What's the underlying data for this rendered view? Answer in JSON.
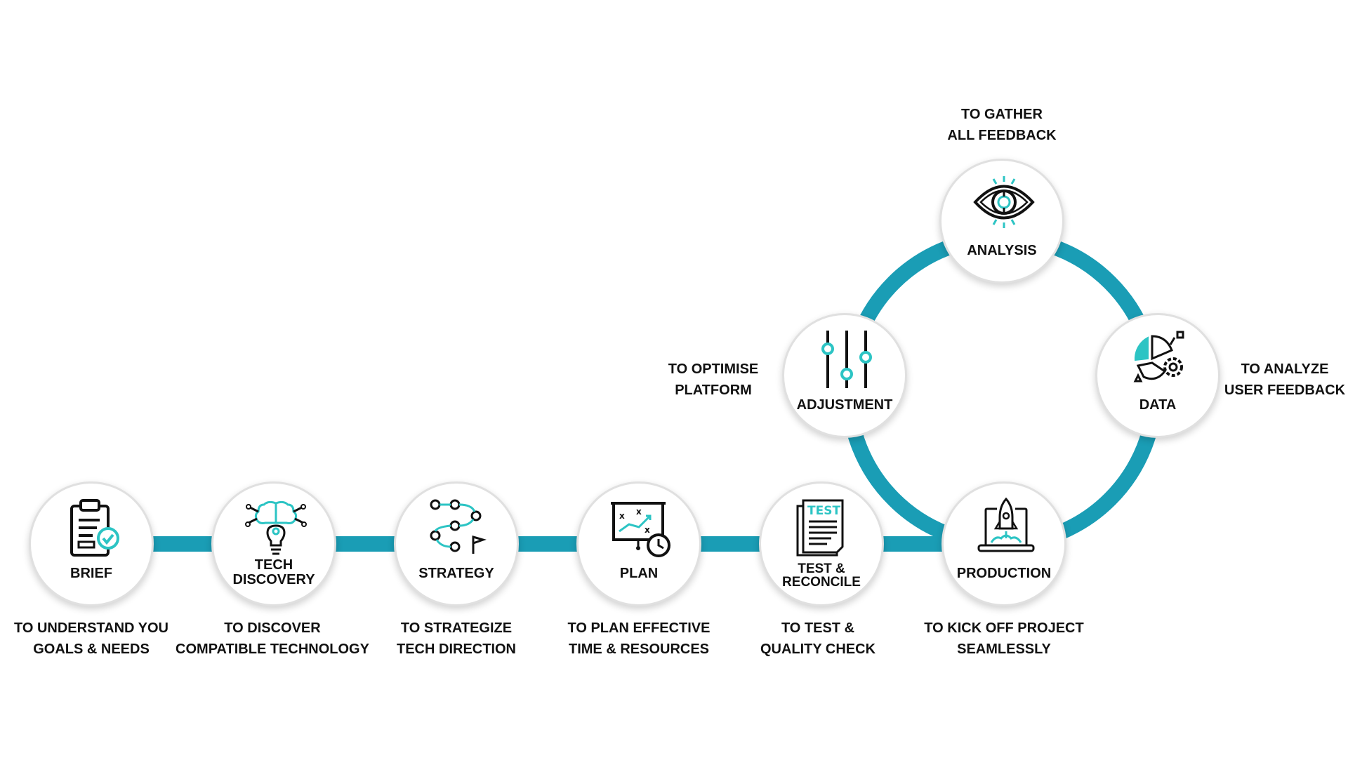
{
  "colors": {
    "accent": "#1a9db5",
    "icon_accent": "#2cc4c4",
    "ink": "#111111",
    "ring": "#e0e0e0"
  },
  "steps": [
    {
      "id": "brief",
      "icon": "clipboard-check-icon",
      "label": [
        "BRIEF"
      ],
      "desc": [
        "TO UNDERSTAND YOU",
        "GOALS & NEEDS"
      ]
    },
    {
      "id": "tech-discovery",
      "icon": "brain-bulb-icon",
      "label": [
        "TECH",
        "DISCOVERY"
      ],
      "desc": [
        "TO DISCOVER",
        "COMPATIBLE TECHNOLOGY"
      ]
    },
    {
      "id": "strategy",
      "icon": "path-flag-icon",
      "label": [
        "STRATEGY"
      ],
      "desc": [
        "TO STRATEGIZE",
        "TECH DIRECTION"
      ]
    },
    {
      "id": "plan",
      "icon": "board-clock-icon",
      "label": [
        "PLAN"
      ],
      "desc": [
        "TO PLAN EFFECTIVE",
        "TIME & RESOURCES"
      ]
    },
    {
      "id": "test-reconcile",
      "icon": "test-document-icon",
      "label": [
        "TEST &",
        "RECONCILE"
      ],
      "desc": [
        "TO TEST &",
        "QUALITY CHECK"
      ]
    },
    {
      "id": "production",
      "icon": "laptop-rocket-icon",
      "label": [
        "PRODUCTION"
      ],
      "desc": [
        "TO KICK OFF PROJECT",
        "SEAMLESSLY"
      ]
    },
    {
      "id": "data",
      "icon": "pie-chart-gear-icon",
      "label": [
        "DATA"
      ],
      "desc": [
        "TO ANALYZE",
        "USER FEEDBACK"
      ]
    },
    {
      "id": "analysis",
      "icon": "eye-target-icon",
      "label": [
        "ANALYSIS"
      ],
      "desc": [
        "TO GATHER",
        "ALL FEEDBACK"
      ]
    },
    {
      "id": "adjustment",
      "icon": "sliders-icon",
      "label": [
        "ADJUSTMENT"
      ],
      "desc": [
        "TO OPTIMISE",
        "PLATFORM"
      ]
    }
  ]
}
